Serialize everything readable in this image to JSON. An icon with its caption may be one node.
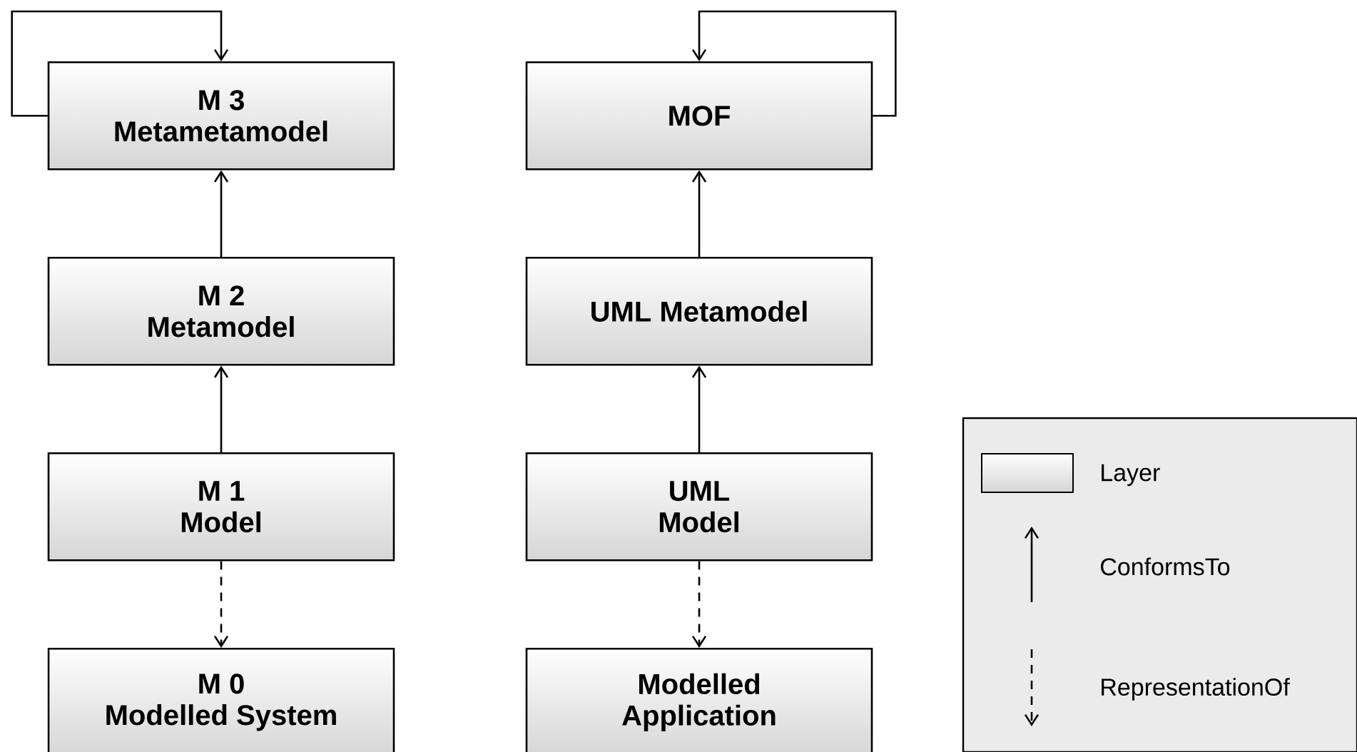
{
  "diagram": {
    "nodes": [
      {
        "text": [
          "M 3",
          "Metametamodel"
        ]
      },
      {
        "text": [
          "M 2",
          "Metamodel"
        ]
      },
      {
        "text": [
          "M 1",
          "Model"
        ]
      },
      {
        "text": [
          "M 0",
          "Modelled System"
        ]
      },
      {
        "text": [
          "MOF"
        ]
      },
      {
        "text": [
          "UML Metamodel"
        ]
      },
      {
        "text": [
          "UML",
          "Model"
        ]
      },
      {
        "text": [
          "Modelled",
          "Application"
        ]
      }
    ],
    "edges": [
      {
        "from": 0,
        "to": 0,
        "arrow": "to"
      },
      {
        "from": 1,
        "to": 0,
        "arrow": "to"
      },
      {
        "from": 2,
        "to": 1,
        "arrow": "to"
      },
      {
        "from": 2,
        "to": 3,
        "arrow": "to",
        "style": "dashed"
      },
      {
        "from": 4,
        "to": 4,
        "arrow": "to"
      },
      {
        "from": 5,
        "to": 4,
        "arrow": "to"
      },
      {
        "from": 6,
        "to": 5,
        "arrow": "to"
      },
      {
        "from": 6,
        "to": 7,
        "arrow": "to",
        "style": "dashed"
      }
    ],
    "legend": [
      {
        "text": "Layer"
      },
      {
        "text": "ConformsTo"
      },
      {
        "text": "RepresentationOf"
      }
    ]
  }
}
